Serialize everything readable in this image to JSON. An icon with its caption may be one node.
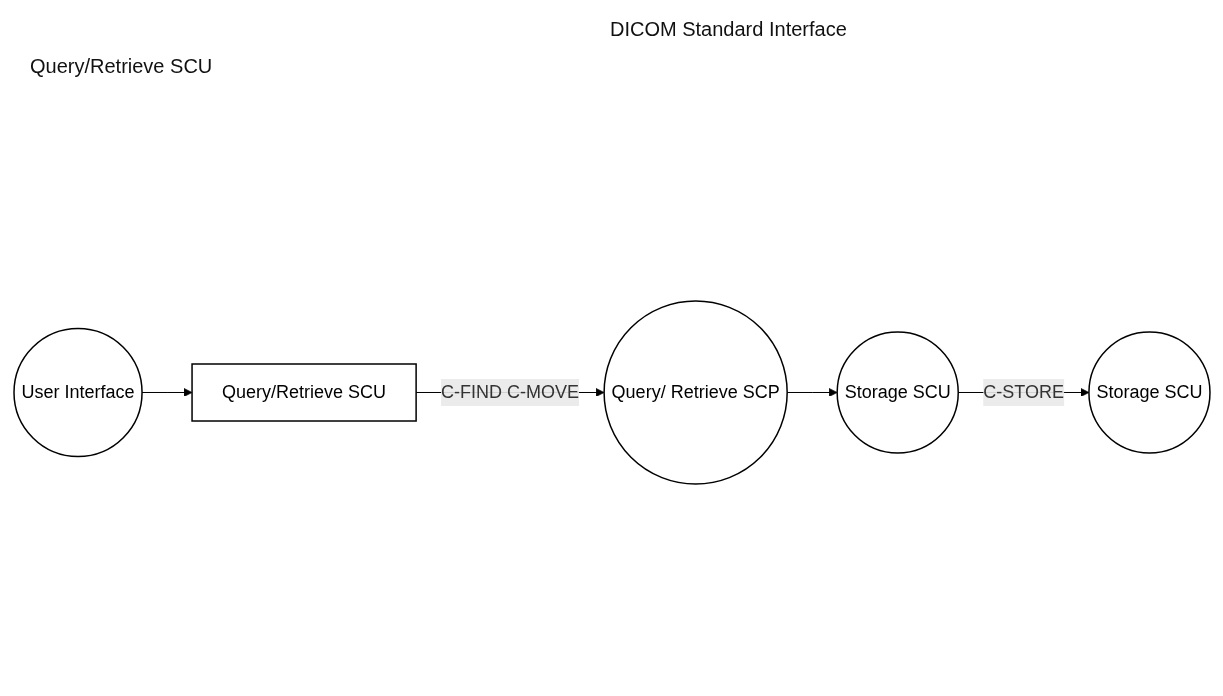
{
  "diagram": {
    "nodes": [
      {
        "text": [
          "User Interface"
        ]
      },
      {
        "text": [
          "Query/Retrieve SCU"
        ]
      },
      {
        "text": [
          "Query/ Retrieve SCP"
        ]
      },
      {
        "text": [
          "Storage SCU"
        ]
      },
      {
        "text": [
          "Storage SCU"
        ]
      }
    ],
    "edges": [
      {
        "from": 0,
        "to": 1,
        "arrow": "to"
      },
      {
        "from": 1,
        "to": 2,
        "arrow": "to",
        "label": "C-FIND C-MOVE"
      },
      {
        "from": 2,
        "to": 3,
        "arrow": "to"
      },
      {
        "from": 3,
        "to": 4,
        "arrow": "to",
        "label": "C-STORE"
      }
    ],
    "labels": [
      "DICOM Standard Interface",
      "Query/Retrieve SCU"
    ]
  }
}
